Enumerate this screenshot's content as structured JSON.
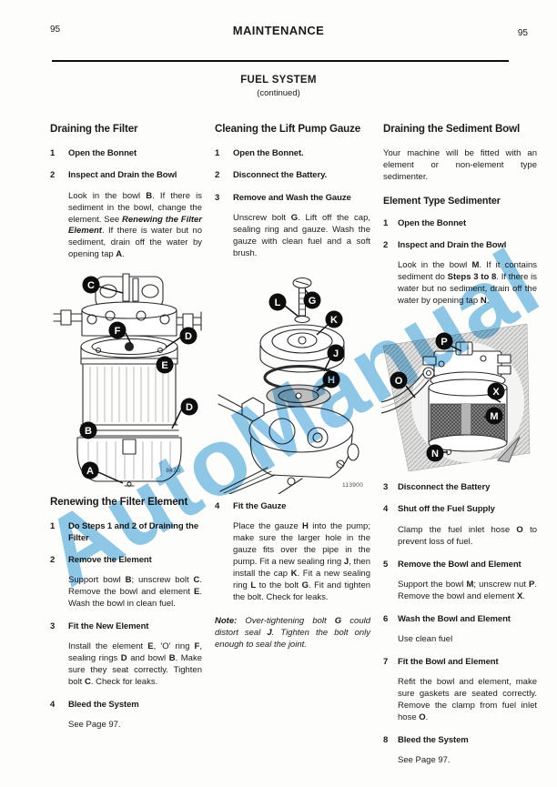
{
  "header": {
    "page_left": "95",
    "title": "MAINTENANCE",
    "page_right": "95"
  },
  "section": {
    "title": "FUEL SYSTEM",
    "subtitle": "(continued)"
  },
  "watermark": {
    "text": "AutoManual",
    "color": "#7bbfe5"
  },
  "col1": {
    "heading": "Draining the Filter",
    "steps": [
      {
        "num": "1",
        "title": "Open the Bonnet"
      },
      {
        "num": "2",
        "title": "Inspect and Drain the Bowl",
        "body": [
          {
            "t": "Look in the bowl "
          },
          {
            "t": "B",
            "b": true
          },
          {
            "t": ". If there is sediment in the bowl, change the element. See "
          },
          {
            "t": "Renewing the Filter Element",
            "b": true,
            "i": true
          },
          {
            "t": ". If there is water but no sediment, drain off the water by opening tap "
          },
          {
            "t": "A",
            "b": true
          },
          {
            "t": "."
          }
        ]
      }
    ],
    "heading2": "Renewing the Filter Element",
    "steps2": [
      {
        "num": "1",
        "title": "Do Steps 1 and 2 of Draining the Filter"
      },
      {
        "num": "2",
        "title": "Remove the Element",
        "body": [
          {
            "t": "Support bowl "
          },
          {
            "t": "B",
            "b": true
          },
          {
            "t": "; unscrew bolt "
          },
          {
            "t": "C",
            "b": true
          },
          {
            "t": ". Remove the bowl and element "
          },
          {
            "t": "E",
            "b": true
          },
          {
            "t": ". Wash the bowl in clean fuel."
          }
        ]
      },
      {
        "num": "3",
        "title": "Fit the New Element",
        "body": [
          {
            "t": "Install the element "
          },
          {
            "t": "E",
            "b": true
          },
          {
            "t": ", 'O' ring "
          },
          {
            "t": "F",
            "b": true
          },
          {
            "t": ", sealing rings "
          },
          {
            "t": "D",
            "b": true
          },
          {
            "t": " and bowl "
          },
          {
            "t": "B",
            "b": true
          },
          {
            "t": ". Make sure they seat correctly. Tighten bolt "
          },
          {
            "t": "C",
            "b": true
          },
          {
            "t": ". Check for leaks."
          }
        ]
      },
      {
        "num": "4",
        "title": "Bleed the System",
        "body": [
          {
            "t": "See Page 97."
          }
        ]
      }
    ]
  },
  "col2": {
    "heading": "Cleaning the Lift Pump Gauze",
    "steps": [
      {
        "num": "1",
        "title": "Open the Bonnet."
      },
      {
        "num": "2",
        "title": "Disconnect the Battery."
      },
      {
        "num": "3",
        "title": "Remove and Wash the Gauze",
        "body": [
          {
            "t": "Unscrew bolt "
          },
          {
            "t": "G",
            "b": true
          },
          {
            "t": ". Lift off the cap, sealing ring and gauze. Wash the gauze with clean fuel and a soft brush."
          }
        ]
      },
      {
        "num": "4",
        "title": "Fit the Gauze",
        "body": [
          {
            "t": "Place the gauze "
          },
          {
            "t": "H",
            "b": true
          },
          {
            "t": " into the pump; make sure the larger hole in the gauze fits over the pipe in the pump. Fit a new sealing ring "
          },
          {
            "t": "J",
            "b": true
          },
          {
            "t": ", then install the cap "
          },
          {
            "t": "K",
            "b": true
          },
          {
            "t": ". Fit a new sealing ring "
          },
          {
            "t": "L",
            "b": true
          },
          {
            "t": " to the bolt "
          },
          {
            "t": "G",
            "b": true
          },
          {
            "t": ". Fit and tighten the bolt. Check for leaks."
          }
        ]
      }
    ],
    "note": [
      {
        "t": "Note: ",
        "b": true,
        "i": true
      },
      {
        "t": "Over-tightening bolt ",
        "i": true
      },
      {
        "t": "G",
        "b": true,
        "i": true
      },
      {
        "t": " could distort seal ",
        "i": true
      },
      {
        "t": "J",
        "b": true,
        "i": true
      },
      {
        "t": ". Tighten the bolt only enough to seal the joint.",
        "i": true
      }
    ]
  },
  "col3": {
    "heading": "Draining the Sediment Bowl",
    "intro": "Your machine will be fitted with an element or non-element type sedimenter.",
    "subheading": "Element Type Sedimenter",
    "steps": [
      {
        "num": "1",
        "title": "Open the Bonnet"
      },
      {
        "num": "2",
        "title": "Inspect and Drain the Bowl",
        "body": [
          {
            "t": "Look in the bowl "
          },
          {
            "t": "M",
            "b": true
          },
          {
            "t": ". If it contains sediment do "
          },
          {
            "t": "Steps 3 to 8",
            "b": true
          },
          {
            "t": ". If there is water but no sediment, drain off the water by opening tap "
          },
          {
            "t": "N",
            "b": true
          },
          {
            "t": "."
          }
        ]
      },
      {
        "num": "3",
        "title": "Disconnect the Battery"
      },
      {
        "num": "4",
        "title": "Shut off the Fuel Supply",
        "body": [
          {
            "t": "Clamp the fuel inlet hose "
          },
          {
            "t": "O",
            "b": true
          },
          {
            "t": " to prevent loss of fuel."
          }
        ]
      },
      {
        "num": "5",
        "title": "Remove the Bowl and Element",
        "body": [
          {
            "t": "Support the bowl "
          },
          {
            "t": "M",
            "b": true
          },
          {
            "t": "; unscrew nut "
          },
          {
            "t": "P",
            "b": true
          },
          {
            "t": ". Remove the bowl and element "
          },
          {
            "t": "X",
            "b": true
          },
          {
            "t": "."
          }
        ]
      },
      {
        "num": "6",
        "title": "Wash the Bowl and Element",
        "body": [
          {
            "t": "Use clean fuel"
          }
        ]
      },
      {
        "num": "7",
        "title": "Fit the Bowl and Element",
        "body": [
          {
            "t": "Refit the bowl and element, make sure gaskets are seated correctly. Remove the clamp from fuel inlet hose "
          },
          {
            "t": "O",
            "b": true
          },
          {
            "t": "."
          }
        ]
      },
      {
        "num": "8",
        "title": "Bleed the System",
        "body": [
          {
            "t": "See Page 97."
          }
        ]
      }
    ]
  },
  "figures": {
    "filter": {
      "number": "8470",
      "callouts": [
        "C",
        "F",
        "D",
        "E",
        "D",
        "B",
        "A"
      ]
    },
    "pump": {
      "number": "113900",
      "callouts": [
        "L",
        "G",
        "K",
        "J",
        "H"
      ]
    },
    "sedimenter": {
      "callouts": [
        "P",
        "O",
        "X",
        "M",
        "N"
      ]
    }
  }
}
